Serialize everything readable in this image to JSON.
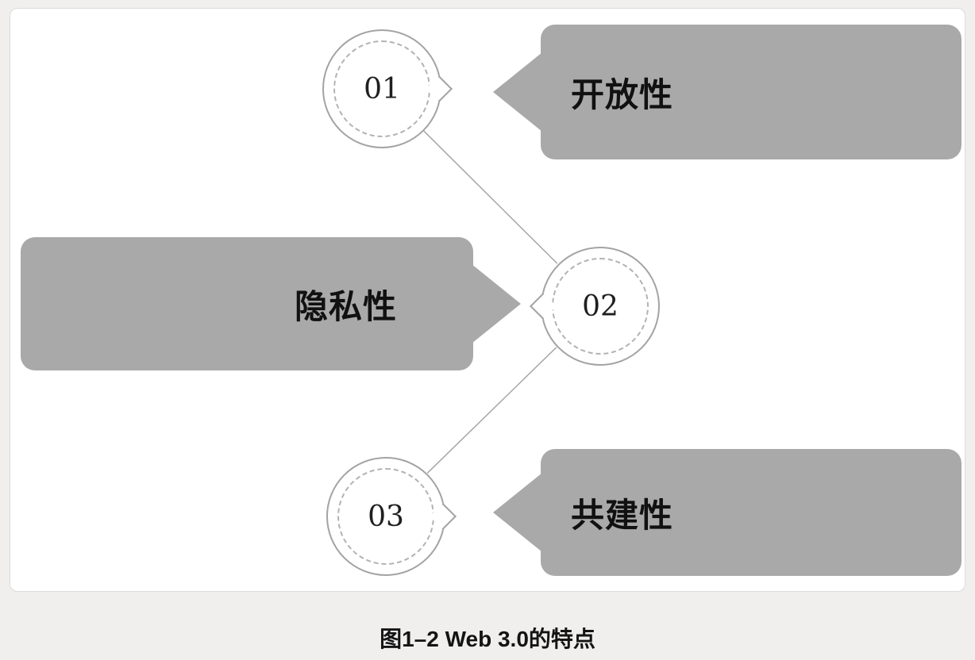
{
  "figure": {
    "caption": "图1–2 Web 3.0的特点",
    "nodes": [
      {
        "number": "01",
        "label": "开放性"
      },
      {
        "number": "02",
        "label": "隐私性"
      },
      {
        "number": "03",
        "label": "共建性"
      }
    ],
    "colors": {
      "bubble_fill": "#a9a9a9",
      "circle_border": "#a3a3a3",
      "connector_line": "#a6a6a6",
      "label_text": "#111111",
      "page_background": "#f0efee",
      "panel_background": "#ffffff"
    }
  }
}
